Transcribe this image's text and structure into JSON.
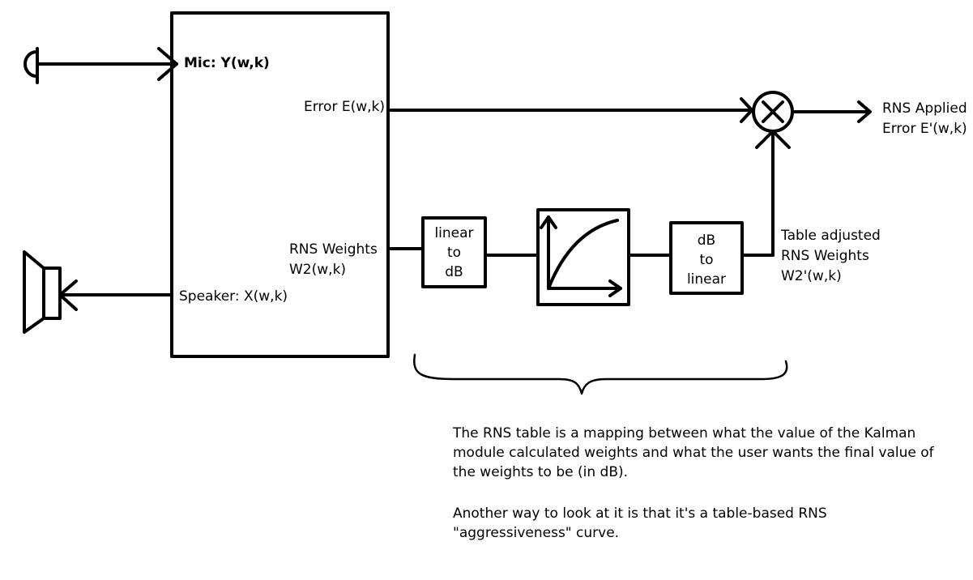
{
  "labels": {
    "mic": "Mic: Y(w,k)",
    "error": "Error E(w,k)",
    "rns_weights": "RNS Weights",
    "w2": "W2(w,k)",
    "speaker": "Speaker: X(w,k)",
    "lin_to_db": [
      "linear",
      "to",
      "dB"
    ],
    "db_to_lin": [
      "dB",
      "to",
      "linear"
    ],
    "table_adjusted": [
      "Table adjusted",
      "RNS Weights",
      "W2'(w,k)"
    ],
    "rns_applied": [
      "RNS Applied",
      "Error E'(w,k)"
    ]
  },
  "note": {
    "para1": "The RNS table is a mapping between what the value of the Kalman module calculated weights and what the user wants the final value of the weights to be (in dB).",
    "para2": "Another way to look at it is that it's a table-based RNS \"aggressiveness\" curve."
  }
}
